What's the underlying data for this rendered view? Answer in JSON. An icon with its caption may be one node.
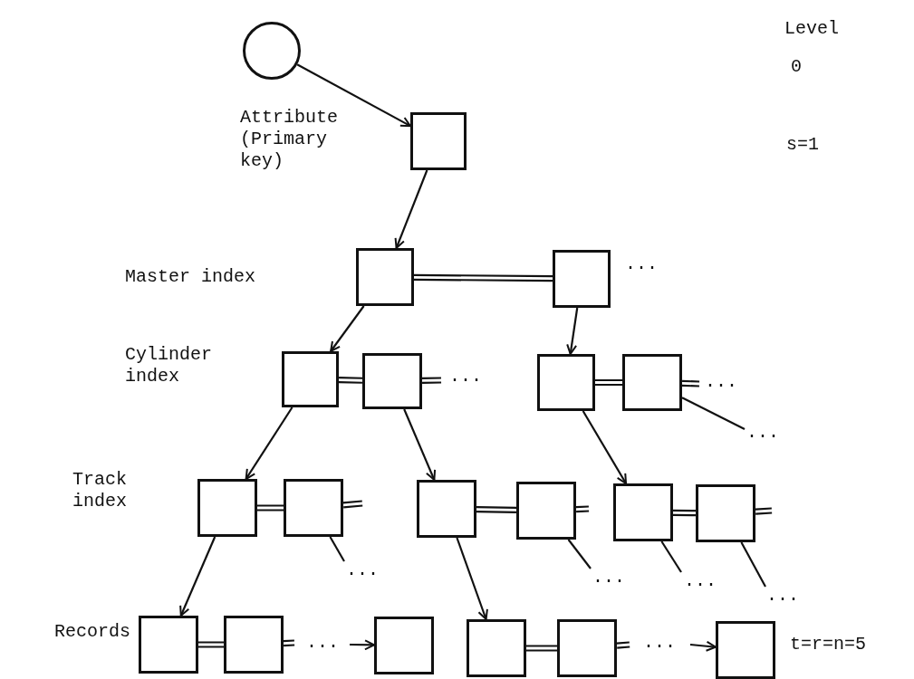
{
  "diagram": {
    "nodes": [
      {
        "text": [],
        "shape": "circle"
      },
      {
        "text": [],
        "shape": "box"
      },
      {
        "text": [],
        "shape": "box"
      },
      {
        "text": [],
        "shape": "box"
      },
      {
        "text": [],
        "shape": "box"
      },
      {
        "text": [],
        "shape": "box"
      },
      {
        "text": [],
        "shape": "box"
      },
      {
        "text": [],
        "shape": "box"
      },
      {
        "text": [],
        "shape": "box"
      },
      {
        "text": [],
        "shape": "box"
      },
      {
        "text": [],
        "shape": "box"
      },
      {
        "text": [],
        "shape": "box"
      },
      {
        "text": [],
        "shape": "box"
      },
      {
        "text": [],
        "shape": "box"
      },
      {
        "text": [],
        "shape": "box"
      },
      {
        "text": [],
        "shape": "box"
      },
      {
        "text": [],
        "shape": "box"
      },
      {
        "text": [],
        "shape": "box"
      },
      {
        "text": [],
        "shape": "box"
      },
      {
        "text": [],
        "shape": "box"
      }
    ],
    "edges": [
      {
        "from": 0,
        "to": 1,
        "arrow": "to"
      },
      {
        "from": 1,
        "to": 2,
        "arrow": "to"
      },
      {
        "from": 2,
        "to": 3,
        "arrow": "none"
      },
      {
        "from": 2,
        "to": 4,
        "arrow": "to"
      },
      {
        "from": 3,
        "to": 6,
        "arrow": "to"
      },
      {
        "from": 4,
        "to": 5,
        "arrow": "none"
      },
      {
        "from": 5,
        "to": null,
        "arrow": "none"
      },
      {
        "from": 6,
        "to": 7,
        "arrow": "none"
      },
      {
        "from": 7,
        "to": null,
        "arrow": "none"
      },
      {
        "from": 7,
        "to": null,
        "arrow": "none"
      },
      {
        "from": 4,
        "to": 8,
        "arrow": "to"
      },
      {
        "from": 5,
        "to": 10,
        "arrow": "to"
      },
      {
        "from": 6,
        "to": 12,
        "arrow": "to"
      },
      {
        "from": 8,
        "to": 9,
        "arrow": "none"
      },
      {
        "from": 9,
        "to": null,
        "arrow": "none"
      },
      {
        "from": 9,
        "to": null,
        "arrow": "none"
      },
      {
        "from": 10,
        "to": 11,
        "arrow": "none"
      },
      {
        "from": 11,
        "to": null,
        "arrow": "none"
      },
      {
        "from": 11,
        "to": null,
        "arrow": "none"
      },
      {
        "from": 12,
        "to": 13,
        "arrow": "none"
      },
      {
        "from": 13,
        "to": null,
        "arrow": "none"
      },
      {
        "from": 12,
        "to": null,
        "arrow": "none"
      },
      {
        "from": 13,
        "to": null,
        "arrow": "none"
      },
      {
        "from": 8,
        "to": 14,
        "arrow": "to"
      },
      {
        "from": 10,
        "to": 17,
        "arrow": "to"
      },
      {
        "from": 14,
        "to": 15,
        "arrow": "none"
      },
      {
        "from": 15,
        "to": null,
        "arrow": "none"
      },
      {
        "from": null,
        "to": 16,
        "arrow": "to"
      },
      {
        "from": 17,
        "to": 18,
        "arrow": "none"
      },
      {
        "from": 18,
        "to": null,
        "arrow": "none"
      },
      {
        "from": null,
        "to": 19,
        "arrow": "to"
      }
    ],
    "labels": [
      "Level",
      "0",
      "Attribute (Primary key)",
      "s=1",
      "Master index",
      "...",
      "Cylinder index",
      "...",
      "...",
      "...",
      "Track index",
      "...",
      "...",
      "...",
      "...",
      "Records",
      "...",
      "...",
      "t=r=n=5"
    ]
  }
}
